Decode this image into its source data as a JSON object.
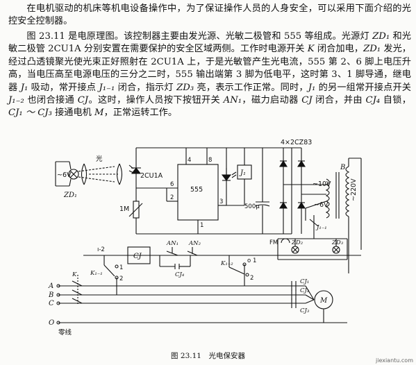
{
  "text": {
    "para1": "在电机驱动的机床等机电设备操作中，为了保证操作人员的人身安全，可以采用下面介绍的光控安全控制器。",
    "para2_a": "图 23.11 是电原理图。该控制器主要由发光源、光敏二极管和 555 等组成。光源灯 ",
    "para2_b": " 和光敏二极管 2CU1A 分别安置在需要保护的安全区域两侧。工作时电源开关 ",
    "para2_c": " 闭合加电，",
    "para2_d": " 发光，经过凸透镜聚光使光束正好照射在 2CU1A 上，于是光敏管产生光电流，555 第 2、6 脚上电压升高，当电压高至电源电压的三分之二时，555 输出端第 3 脚为低电平，这时第 3、1 脚导通，继电器 ",
    "para2_e": " 吸动，常开接点 ",
    "para2_f": " 闭合，指示灯 ",
    "para2_g": " 亮，表示工作正常。同时，",
    "para2_h": " 的另一组常开接点开关 ",
    "para2_i": " 也闭合接通 ",
    "para2_j": "。这时，操作人员按下按钮开关 ",
    "para2_k": "，磁力启动器 ",
    "para2_l": " 闭合，并由 ",
    "para2_m": " 自锁，",
    "para2_n": " 接通电机 ",
    "para2_o": "，正常运转工作。",
    "sym_ZD1": "ZD₁",
    "sym_K": "K",
    "sym_J1": "J₁",
    "sym_J1_1": "J₁₋₁",
    "sym_ZD3": "ZD₃",
    "sym_J1_2": "J₁₋₂",
    "sym_CJ": "CJ",
    "sym_AN1": "AN₁",
    "sym_CJ4": "CJ₄",
    "sym_CJ1_CJ3": "CJ₁ ～ CJ₃",
    "sym_M": "M"
  },
  "schematic": {
    "lamp_voltage": "~6V",
    "lamp_label": "ZD₁",
    "light_label": "光",
    "photodiode": "2CU1A",
    "ic": "555",
    "pin8": "8",
    "pin4": "4",
    "pin6": "6",
    "pin2": "2",
    "pin3": "3",
    "pin1": "1",
    "pot": "1M",
    "cap": "500μ",
    "relay": "J₁",
    "bridge": "4×2CZ83",
    "v10": "~10V",
    "v6": "~6V",
    "v220": "~220V",
    "transformer": "B",
    "fm": "FM",
    "zd2": "ZD₂",
    "zd3": "ZD₃",
    "j11_right": "J₁₋₁",
    "cj_box": "CJ",
    "an1": "AN₁",
    "an2": "AN₂",
    "cj4": "CJ₄",
    "k12": "K₁₋₂",
    "sw_o": "o",
    "sw_1": "1",
    "sw_2": "2",
    "k11_left": "K₁₋₁",
    "k_switch": "K",
    "t2_label": "ı-2",
    "sw1_left": "1",
    "sw2_left": "2",
    "phase_a": "A",
    "phase_b": "B",
    "phase_c": "C",
    "phase_o": "O",
    "cj1": "CJ₁",
    "cj2": "CJ₂",
    "cj3": "CJ₃",
    "motor": "M",
    "neutral": "零线"
  },
  "caption": "图 23.11　光电保安器",
  "watermark": "jiexiantu.com"
}
